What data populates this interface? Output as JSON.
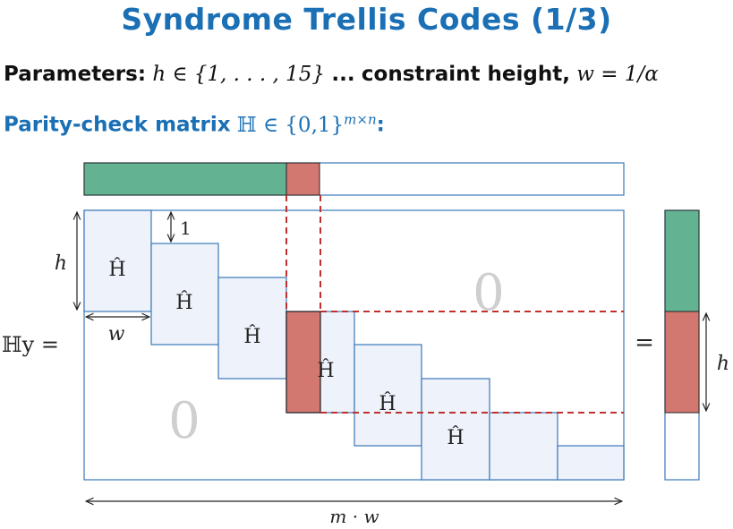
{
  "slide": {
    "title": "Syndrome Trellis Codes (1/3)"
  },
  "parameters": {
    "label": "Parameters:",
    "h_range": "h ∈ {1, . . . , 15}",
    "separator": "...",
    "constraint_label": "constraint height,",
    "w_def": "w = 1/α"
  },
  "parity": {
    "label": "Parity-check matrix",
    "formula": "ℍ ∈ {0,1}",
    "superscript": "m×n",
    "colon": ":"
  },
  "diagram": {
    "block_label": "Ĥ",
    "zero_label": "0",
    "h_label": "h",
    "w_label": "w",
    "one_label": "1",
    "lhs_label": "ℍy =",
    "equals_label": "=",
    "right_h_label": "h",
    "mw_label": "m · w",
    "colors": {
      "block_fill": "#eef2fa",
      "frame": "#3b78b8",
      "green": "#63b393",
      "red": "#d37870",
      "dashed": "#c03030"
    }
  }
}
